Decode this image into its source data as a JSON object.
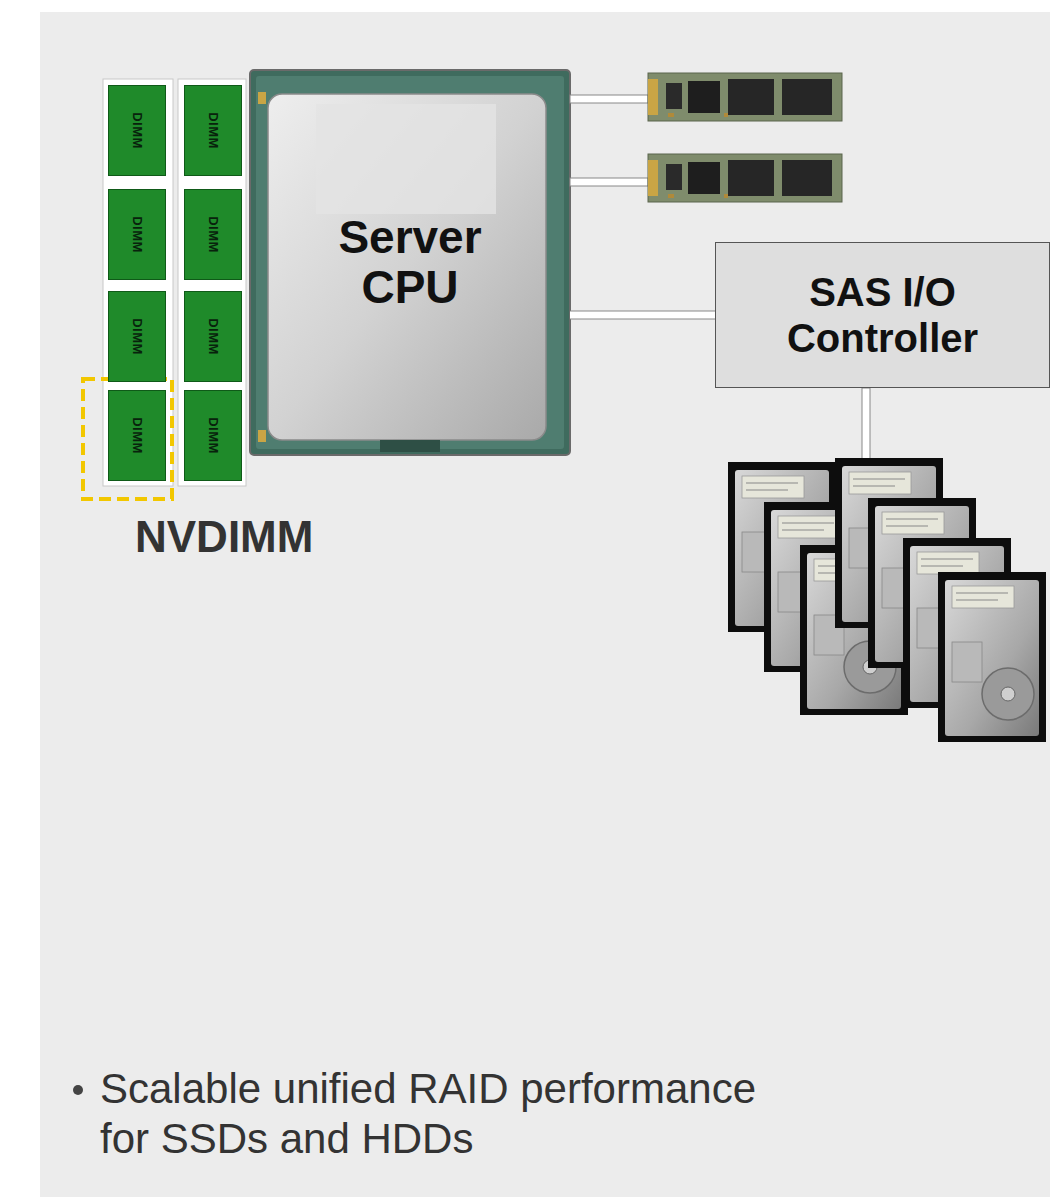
{
  "diagram": {
    "nodes": [
      {
        "text": [
          "DIMM"
        ]
      },
      {
        "text": [
          "DIMM"
        ]
      },
      {
        "text": [
          "DIMM"
        ]
      },
      {
        "text": [
          "DIMM"
        ]
      },
      {
        "text": [
          "DIMM"
        ]
      },
      {
        "text": [
          "DIMM"
        ]
      },
      {
        "text": [
          "DIMM"
        ]
      },
      {
        "text": [
          "DIMM"
        ]
      },
      {
        "text": [
          "Server CPU"
        ]
      },
      {
        "text": [
          "SAS I/O Controller"
        ]
      }
    ],
    "edges": [
      {
        "from": 8,
        "to": 9,
        "arrow": "none"
      }
    ],
    "labels": [
      "NVDIMM",
      "Scalable unified RAID performance for SSDs and HDDs"
    ]
  }
}
